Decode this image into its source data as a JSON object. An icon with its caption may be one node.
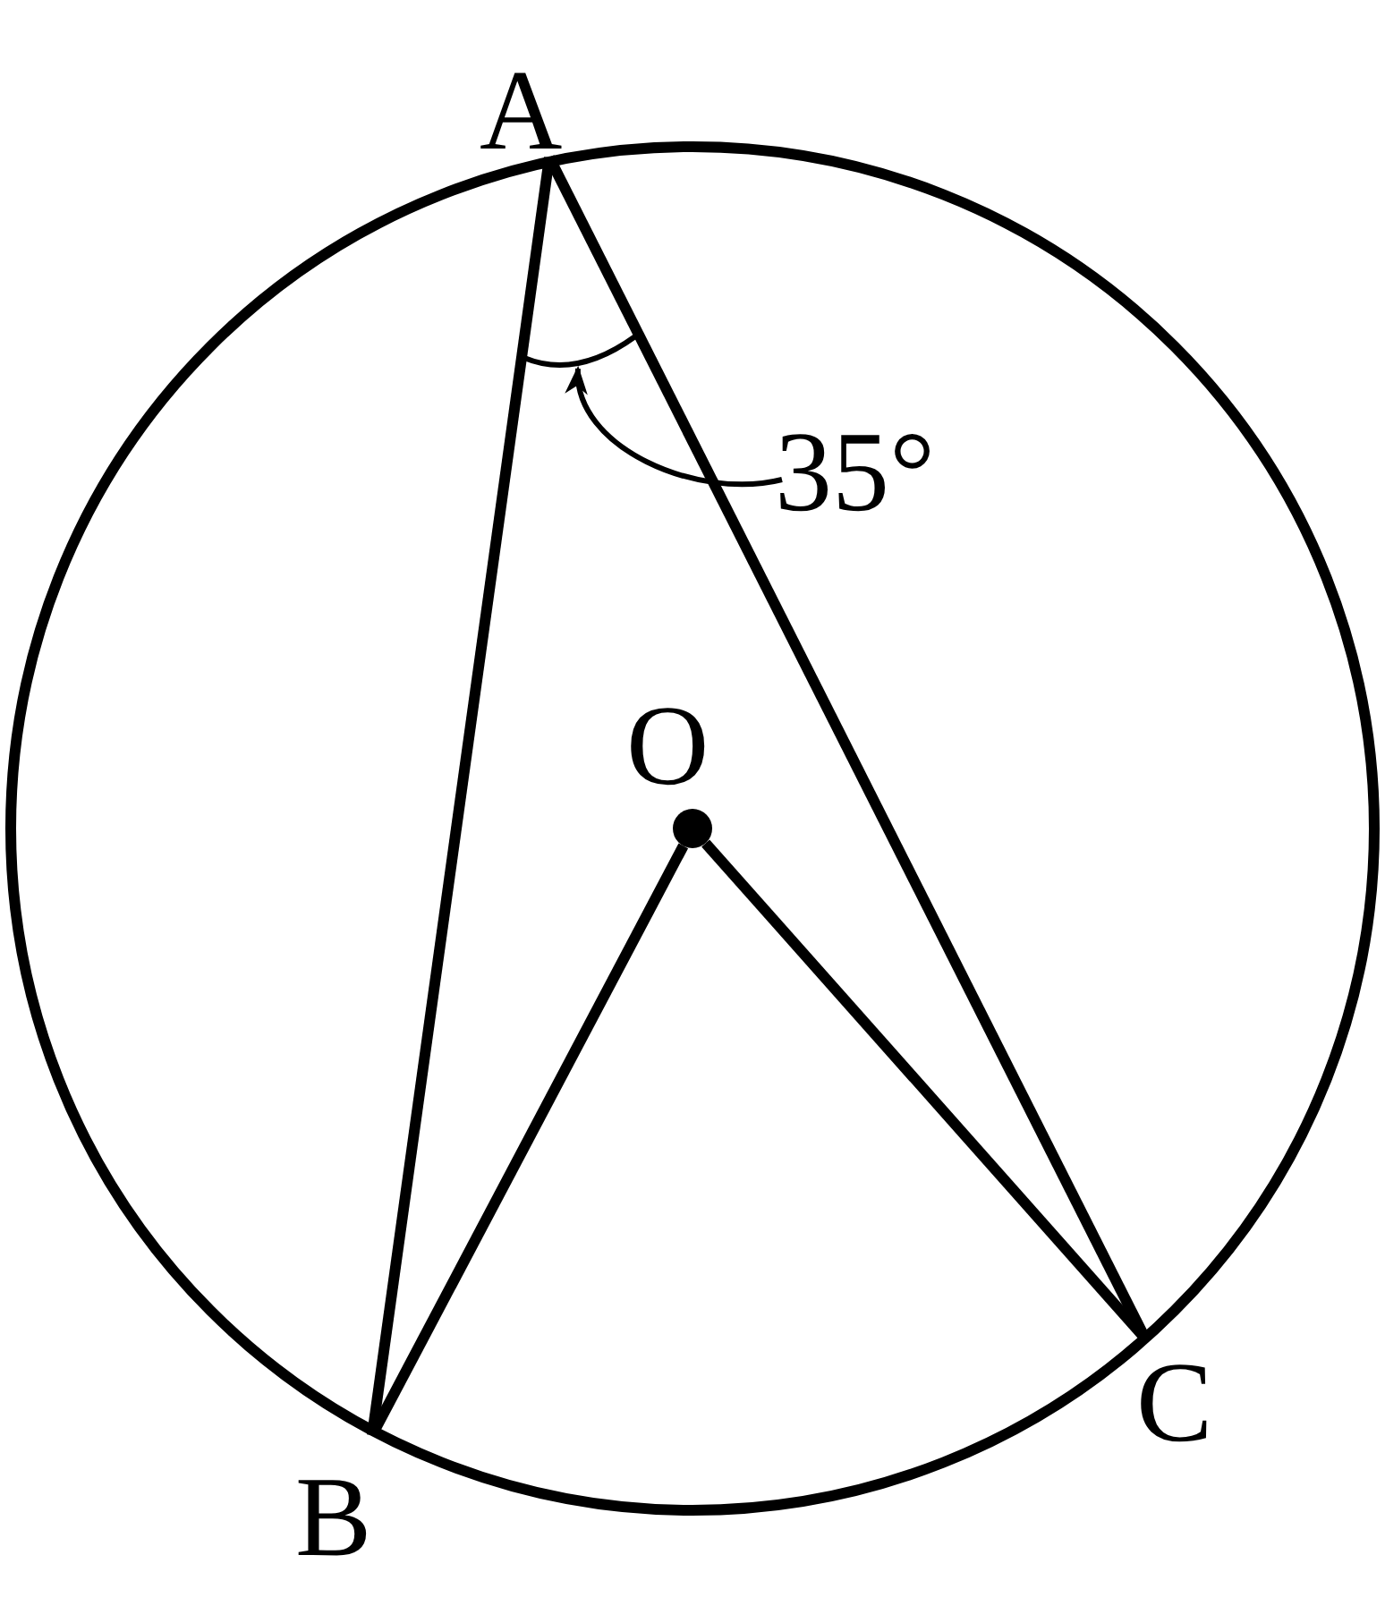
{
  "diagram": {
    "nodes": [
      {
        "text": [
          "A"
        ]
      },
      {
        "text": [
          "B"
        ]
      },
      {
        "text": [
          "C"
        ]
      },
      {
        "text": [
          "O"
        ]
      },
      {
        "text": [
          "35°"
        ]
      },
      {
        "text": [],
        "shape": "arc"
      }
    ],
    "edges": [
      {
        "from": 0,
        "to": 1,
        "arrow": "none"
      },
      {
        "from": 0,
        "to": 2,
        "arrow": "none"
      },
      {
        "from": 3,
        "to": 1,
        "arrow": "none"
      },
      {
        "from": 3,
        "to": 2,
        "arrow": "none"
      },
      {
        "from": 4,
        "to": 5,
        "arrow": "to"
      }
    ]
  }
}
